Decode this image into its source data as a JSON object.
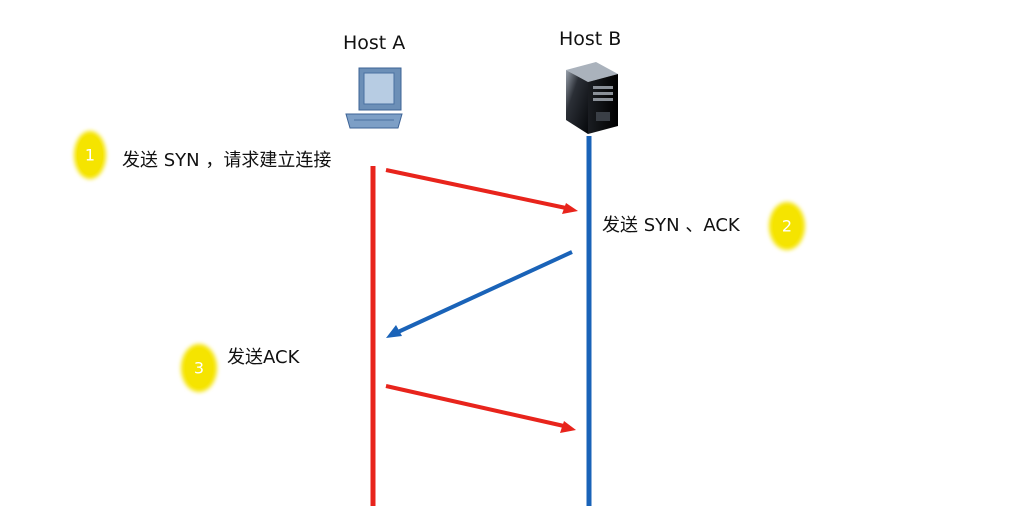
{
  "hosts": {
    "a": {
      "label": "Host A",
      "icon": "desktop-computer-icon",
      "line_color": "#e8241c"
    },
    "b": {
      "label": "Host B",
      "icon": "server-tower-icon",
      "line_color": "#1a63b8"
    }
  },
  "steps": [
    {
      "number": "1",
      "text": "发送 SYN ，请求建立连接",
      "direction": "A→B",
      "arrow_color": "#e8241c"
    },
    {
      "number": "2",
      "text": "发送 SYN 、ACK",
      "direction": "B→A",
      "arrow_color": "#1a63b8"
    },
    {
      "number": "3",
      "text": "发送ACK",
      "direction": "A→B",
      "arrow_color": "#e8241c"
    }
  ],
  "colors": {
    "badge": "#f5e400",
    "red": "#e8241c",
    "blue": "#1a63b8"
  }
}
